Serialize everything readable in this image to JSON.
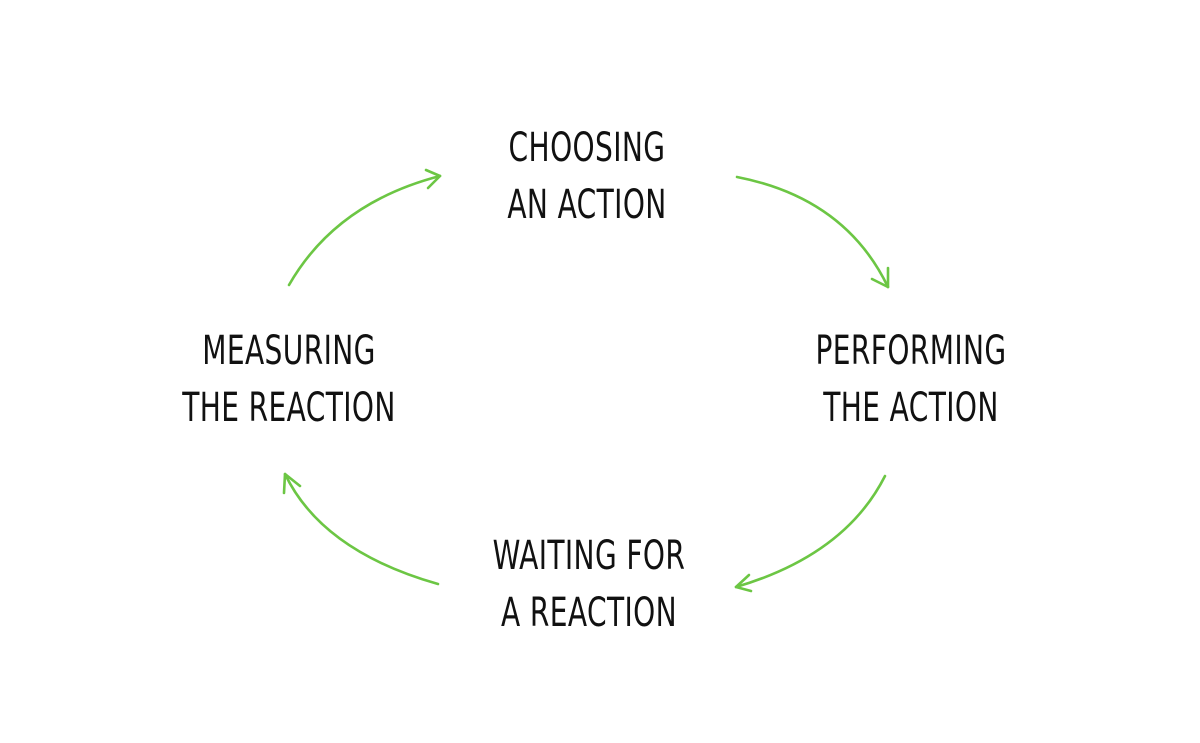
{
  "diagram": {
    "accent_color": "#6cc644",
    "text_color": "#111111",
    "steps": [
      {
        "id": "top",
        "line1": "CHOOSING",
        "line2": "AN ACTION"
      },
      {
        "id": "right",
        "line1": "PERFORMING",
        "line2": "THE ACTION"
      },
      {
        "id": "bottom",
        "line1": "WAITING FOR",
        "line2": "A REACTION"
      },
      {
        "id": "left",
        "line1": "MEASURING",
        "line2": "THE REACTION"
      }
    ],
    "arrow_direction": "clockwise"
  }
}
